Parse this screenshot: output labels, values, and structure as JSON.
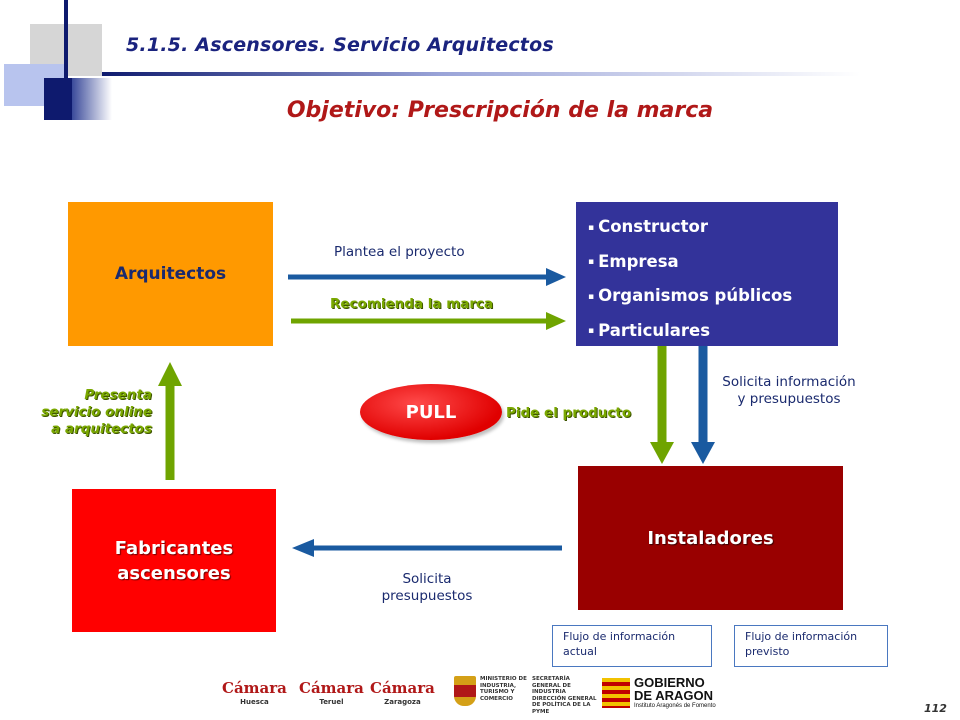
{
  "header": {
    "title": "5.1.5. Ascensores.  Servicio Arquitectos",
    "subtitle": "Objetivo: Prescripción de la marca"
  },
  "boxes": {
    "arquitectos": "Arquitectos",
    "clientes": [
      "Constructor",
      "Empresa",
      "Organismos públicos",
      "Particulares"
    ],
    "bullet": "▪",
    "instaladores": "Instaladores",
    "fabricantes_line1": "Fabricantes",
    "fabricantes_line2": "ascensores",
    "pull": "PULL"
  },
  "flows": {
    "plantea": "Plantea el proyecto",
    "recomienda": "Recomienda la marca",
    "pide": "Pide el producto",
    "presenta": "Presenta servicio online a arquitectos",
    "solicita_info": "Solicita información y presupuestos",
    "solicita_presupuestos": "Solicita presupuestos"
  },
  "legend": {
    "actual": "Flujo de información actual",
    "previsto": "Flujo de información previsto"
  },
  "footer": {
    "camara_label": "Cámara",
    "cities": [
      "Huesca",
      "Teruel",
      "Zaragoza"
    ],
    "ministerio": "MINISTERIO DE INDUSTRIA, TURISMO Y COMERCIO",
    "secretaria": "SECRETARÍA GENERAL DE INDUSTRIA DIRECCIÓN GENERAL DE POLÍTICA DE LA PYME",
    "gobierno_line1": "GOBIERNO",
    "gobierno_line2": "DE ARAGON",
    "gobierno_sub": "Instituto Aragonés de Fomento",
    "page_number": "112"
  },
  "colors": {
    "current_flow": "#1a5aa0",
    "planned_flow": "#6fa400",
    "arquitectos_box": "#ff9900",
    "clientes_box": "#33339a",
    "instaladores_box": "#990000",
    "fabricantes_box": "#ff0000"
  }
}
